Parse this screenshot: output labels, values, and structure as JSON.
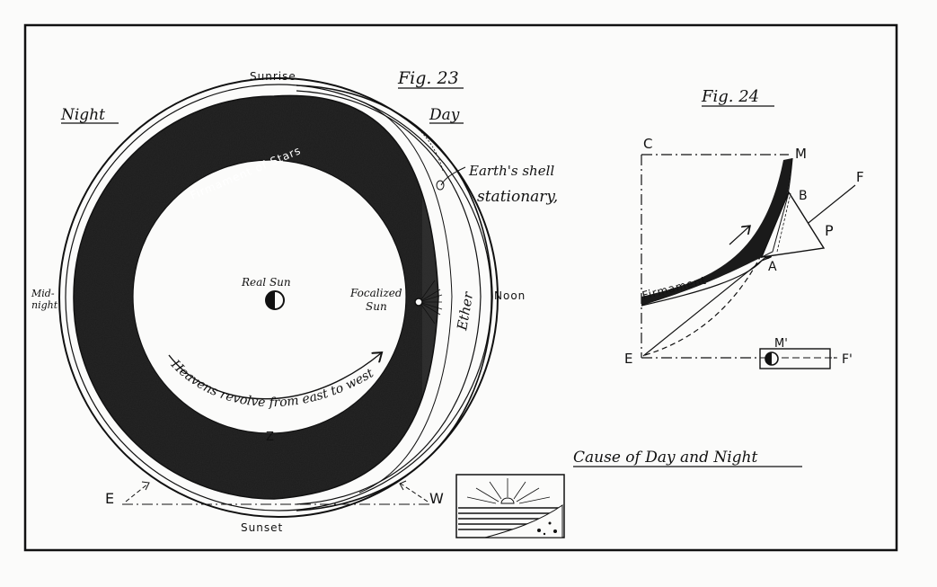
{
  "fig23": {
    "title": "Fig. 23",
    "night": "Night",
    "day": "Day",
    "sunrise": "Sunrise",
    "sunset": "Sunset",
    "midnight_line1": "Mid-",
    "midnight_line2": "night",
    "noon": "Noon",
    "firmament_of_stars": "Firmament of Stars",
    "real_sun": "Real Sun",
    "focalized_line1": "Focalized",
    "focalized_line2": "Sun",
    "ether": "Ether",
    "earth_shell_line1": "Earth's shell",
    "earth_shell_line2": "stationary,",
    "heavens_revolve": "Heavens revolve from east to west",
    "z_label": "Z",
    "e_label": "E",
    "w_label": "W"
  },
  "fig24": {
    "title": "Fig. 24",
    "c": "C",
    "m": "M",
    "b": "B",
    "f": "F",
    "p": "P",
    "a": "A",
    "firmament": "Firmament",
    "e": "E",
    "m_prime": "M'",
    "f_prime": "F'"
  },
  "caption": "Cause of Day and Night"
}
